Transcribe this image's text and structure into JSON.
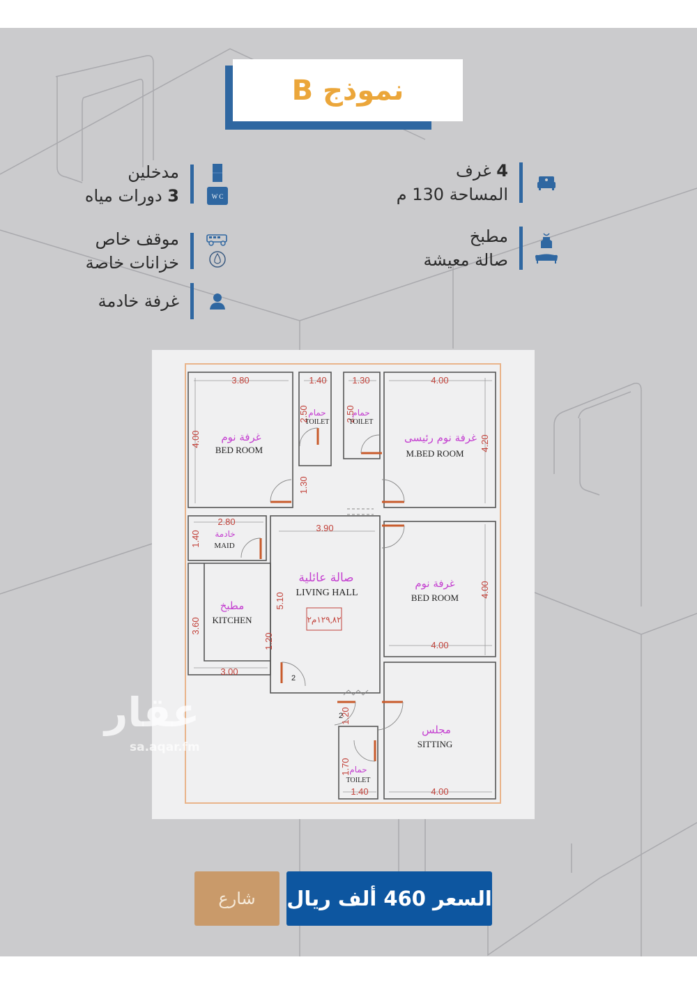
{
  "title": {
    "prefix": "نموذج",
    "model": "B"
  },
  "features_right": [
    {
      "icons": [
        "bed-icon"
      ],
      "lines": [
        {
          "bold": "4",
          "text": " غرف"
        },
        {
          "bold": "",
          "text": "المساحة 130 م"
        }
      ]
    },
    {
      "icons": [
        "apron-icon",
        "sofa-icon"
      ],
      "lines": [
        {
          "bold": "",
          "text": "مطبخ"
        },
        {
          "bold": "",
          "text": "صالة معيشة"
        }
      ]
    }
  ],
  "features_left": [
    {
      "icons": [
        "door-icon",
        "wc-icon"
      ],
      "lines": [
        {
          "bold": "",
          "text": "مدخلين"
        },
        {
          "bold": "3",
          "text": " دورات مياه"
        }
      ]
    },
    {
      "icons": [
        "car-icon",
        "water-tank-icon"
      ],
      "lines": [
        {
          "bold": "",
          "text": "موقف خاص"
        },
        {
          "bold": "",
          "text": "خزانات خاصة"
        }
      ]
    },
    {
      "icons": [
        "person-icon"
      ],
      "lines": [
        {
          "bold": "",
          "text": "غرفة خادمة"
        }
      ]
    }
  ],
  "floorplan": {
    "rooms": [
      {
        "ar": "غرفة نوم",
        "en": "BED ROOM",
        "w": "3.80",
        "h": "4.00"
      },
      {
        "ar": "حمام",
        "en": "TOILET",
        "w": "1.40",
        "h": "2.50"
      },
      {
        "ar": "حمام",
        "en": "TOILET",
        "w": "1.30",
        "h": "2.50"
      },
      {
        "ar": "غرفة نوم رئيسى",
        "en": "M.BED ROOM",
        "w": "4.00",
        "h": "4.20"
      },
      {
        "ar": "خادمة",
        "en": "MAID",
        "w": "2.80",
        "h": "1.40"
      },
      {
        "ar": "مطبخ",
        "en": "KITCHEN",
        "w": "3.00",
        "h": "3.60"
      },
      {
        "ar": "صالة عائلية",
        "en": "LIVING HALL",
        "w": "3.90",
        "h": "5.10"
      },
      {
        "ar": "غرفة نوم",
        "en": "BED ROOM",
        "w": "4.00",
        "h": "4.00"
      },
      {
        "ar": "مجلس",
        "en": "SITTING",
        "w": "4.00",
        "h": ""
      },
      {
        "ar": "حمام",
        "en": "TOILET",
        "w": "1.40",
        "h": "1.70"
      }
    ],
    "corridor_dims": {
      "upper": "1.30",
      "lower": "1.20",
      "entry": "1.20"
    },
    "area_label": "١٢٩,٨٢م٢",
    "door_marks": [
      "2",
      "2"
    ]
  },
  "watermark": {
    "logo": "عقار",
    "site": "sa.aqar.fm"
  },
  "buttons": {
    "street": "شارع",
    "price": "السعر 460 ألف ريال"
  }
}
